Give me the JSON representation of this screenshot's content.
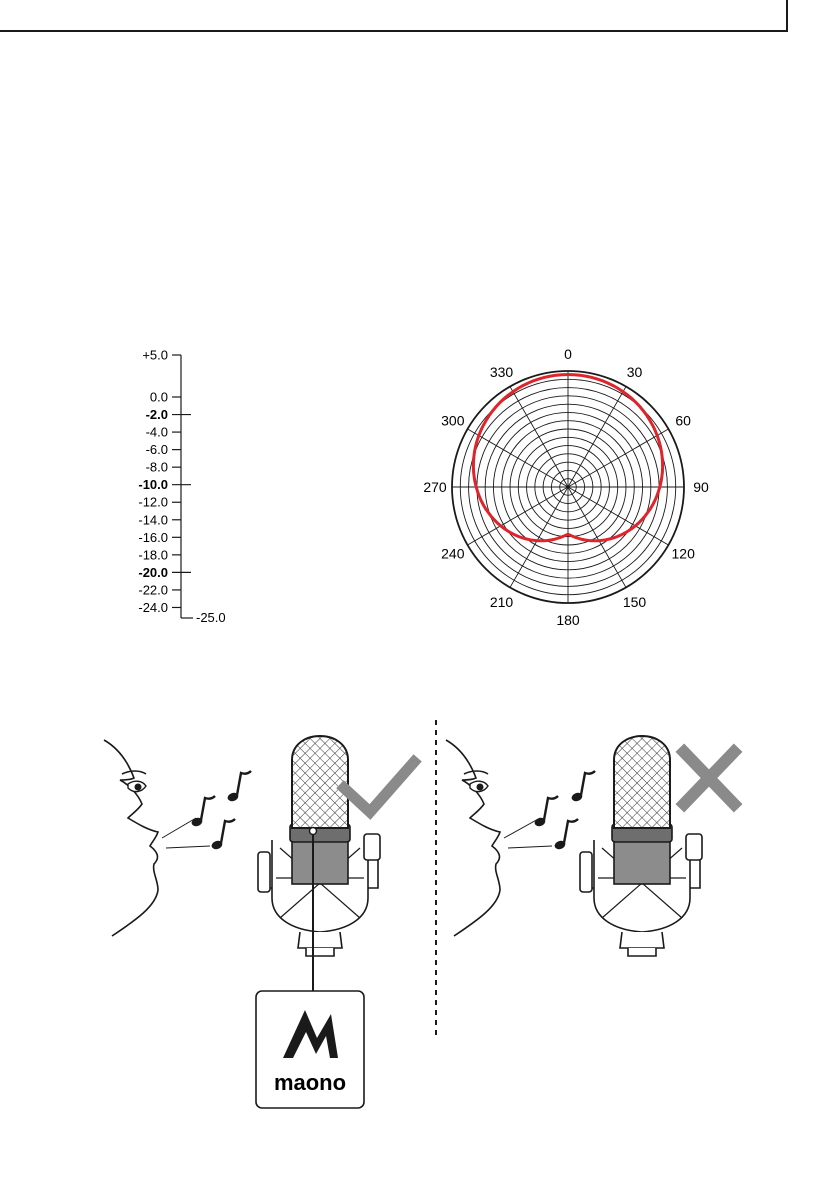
{
  "db_scale": {
    "ticks": [
      {
        "label": "+5.0",
        "value": 5.0,
        "major": false
      },
      {
        "label": "0.0",
        "value": 0.0,
        "major": false
      },
      {
        "label": "-2.0",
        "value": -2.0,
        "major": true
      },
      {
        "label": "-4.0",
        "value": -4.0,
        "major": false
      },
      {
        "label": "-6.0",
        "value": -6.0,
        "major": false
      },
      {
        "label": "-8.0",
        "value": -8.0,
        "major": false
      },
      {
        "label": "-10.0",
        "value": -10.0,
        "major": true
      },
      {
        "label": "-12.0",
        "value": -12.0,
        "major": false
      },
      {
        "label": "-14.0",
        "value": -14.0,
        "major": false
      },
      {
        "label": "-16.0",
        "value": -16.0,
        "major": false
      },
      {
        "label": "-18.0",
        "value": -18.0,
        "major": false
      },
      {
        "label": "-20.0",
        "value": -20.0,
        "major": true
      },
      {
        "label": "-22.0",
        "value": -22.0,
        "major": false
      },
      {
        "label": "-24.0",
        "value": -24.0,
        "major": false
      }
    ],
    "end_label": "-25.0"
  },
  "polar": {
    "angle_labels": [
      "0",
      "30",
      "60",
      "90",
      "120",
      "150",
      "180",
      "210",
      "240",
      "270",
      "300",
      "330"
    ],
    "pattern_color": "#e0242b"
  },
  "placement": {
    "correct_mark": "check-icon",
    "wrong_mark": "cross-icon",
    "brand": "maono"
  }
}
